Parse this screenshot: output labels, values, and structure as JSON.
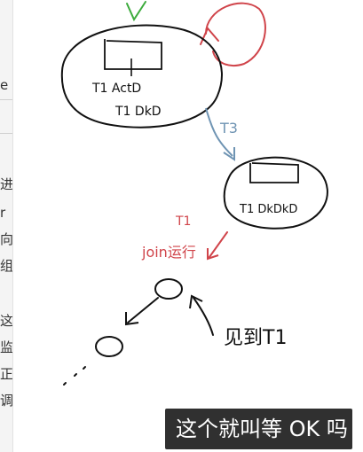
{
  "left_panel": {
    "glyphs": [
      "e",
      "进",
      "r",
      "向",
      "组",
      "这",
      "监",
      "正",
      "调"
    ]
  },
  "diagram": {
    "node_top": {
      "line1": "T1 ActD",
      "line2": "T1 DkD"
    },
    "arrow_label": "T3",
    "node_right": {
      "line1": "T1 DkDkD"
    },
    "red_note": {
      "line1": "T1",
      "line2": "join运行"
    },
    "pointer_note": "见到T1"
  },
  "subtitle": {
    "text": "这个就叫等 OK 吗"
  },
  "colors": {
    "ink_black": "#111111",
    "ink_red": "#d0444a",
    "ink_blue": "#6f94b3",
    "ink_green": "#3cab3c",
    "subtitle_bg": "#1e1e1e"
  }
}
